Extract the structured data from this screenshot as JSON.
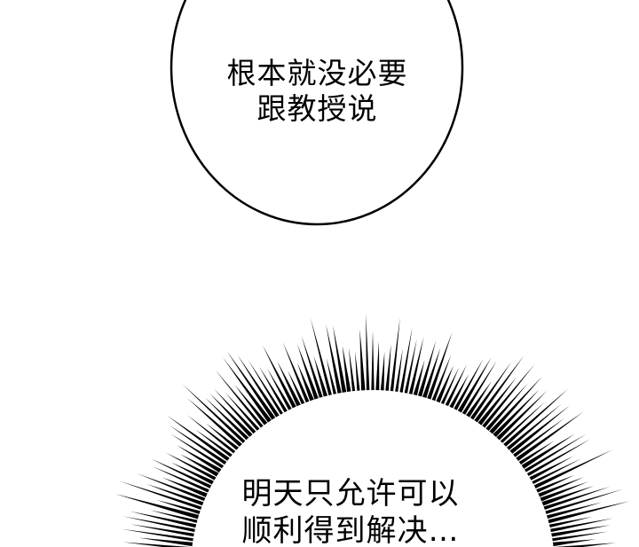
{
  "panel": {
    "background": "#ffffff",
    "ink": "#000000"
  },
  "speech_bubble_top": {
    "shape": "ellipse",
    "lines": [
      "根本就没必要",
      "跟教授说"
    ]
  },
  "burst_bubble_bottom": {
    "shape": "radial-burst",
    "lines": [
      "明天只允许可以",
      "顺利得到解决…"
    ]
  }
}
